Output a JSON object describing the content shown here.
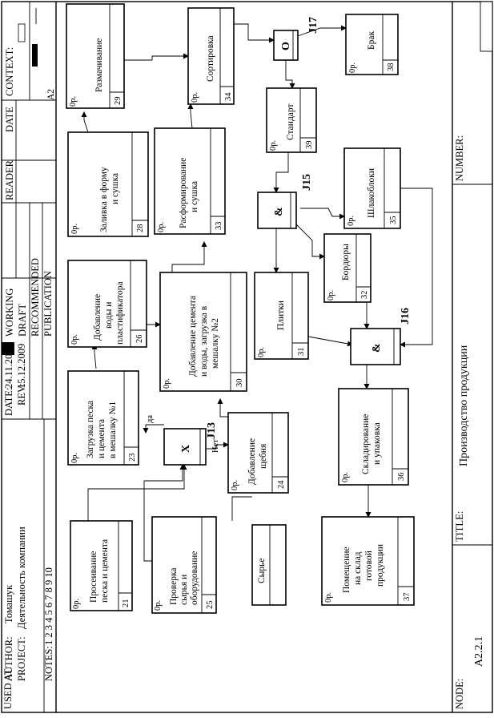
{
  "header": {
    "used_at": "USED AT:",
    "author_label": "AUTHOR:",
    "author": "Томашук",
    "date_label": "DATE:",
    "date": "24.11.2009",
    "project_label": "PROJECT:",
    "project": "Деятельность компании",
    "rev_label": "REV:",
    "rev": "15.12.2009",
    "notes_label": "NOTES:",
    "notes": "1  2  3  4  5  6  7  8  9  10",
    "status": [
      "WORKING",
      "DRAFT",
      "RECOMMENDED",
      "PUBLICATION"
    ],
    "reader": "READER",
    "date_col": "DATE",
    "context": "CONTEXT:",
    "context_node": "A2"
  },
  "footer": {
    "node_label": "NODE:",
    "node": "A2.2.1",
    "title_label": "TITLE:",
    "title": "Производство продукции",
    "number_label": "NUMBER:"
  },
  "activities": [
    {
      "id": "21",
      "name": [
        "Просеивание",
        "песка и цемента"
      ],
      "cost": "0р."
    },
    {
      "id": "25",
      "name": [
        "Проверка",
        "сырья и",
        "оборудование"
      ],
      "cost": "0р."
    },
    {
      "id": "23",
      "name": [
        "Загрузка песка",
        "и цемента",
        "в мешалку №1"
      ],
      "cost": "0р."
    },
    {
      "id": "24",
      "name": [
        "Добавление",
        "щебня"
      ],
      "cost": "0р."
    },
    {
      "id": "26",
      "name": [
        "Добавление",
        "воды и",
        "пластификатора"
      ],
      "cost": "0р."
    },
    {
      "id": "30",
      "name": [
        "Добавление цемента",
        "и воды, загрузка в",
        "мешалку №2"
      ],
      "cost": "0р."
    },
    {
      "id": "28",
      "name": [
        "Заливка в форму",
        "и сушка"
      ],
      "cost": "0р."
    },
    {
      "id": "33",
      "name": [
        "Расформирование",
        "и сушка"
      ],
      "cost": "0р."
    },
    {
      "id": "29",
      "name": [
        "Размачивание"
      ],
      "cost": "0р."
    },
    {
      "id": "34",
      "name": [
        "Сортировка"
      ],
      "cost": "0р."
    },
    {
      "id": "39",
      "name": [
        "Стандарт"
      ],
      "cost": "0р."
    },
    {
      "id": "38",
      "name": [
        "Брак"
      ],
      "cost": "0р."
    },
    {
      "id": "35",
      "name": [
        "Шлакоблоки"
      ],
      "cost": "0р."
    },
    {
      "id": "32",
      "name": [
        "Бордюры"
      ],
      "cost": "0р."
    },
    {
      "id": "31",
      "name": [
        "Плитки"
      ],
      "cost": "0р."
    },
    {
      "id": "36",
      "name": [
        "Складирование",
        "и упаковка"
      ],
      "cost": "0р."
    },
    {
      "id": "37",
      "name": [
        "Помещение",
        "на склад",
        "готовой",
        "продукции"
      ],
      "cost": "0р."
    }
  ],
  "objects": [
    {
      "name": "Сырье"
    }
  ],
  "junctions": [
    {
      "id": "J13",
      "symbol": "X",
      "label": "Нет"
    },
    {
      "id": "J15",
      "symbol": "&"
    },
    {
      "id": "J16",
      "symbol": "&"
    },
    {
      "id": "J17",
      "symbol": "O"
    }
  ],
  "annotations": {
    "da": "да"
  }
}
